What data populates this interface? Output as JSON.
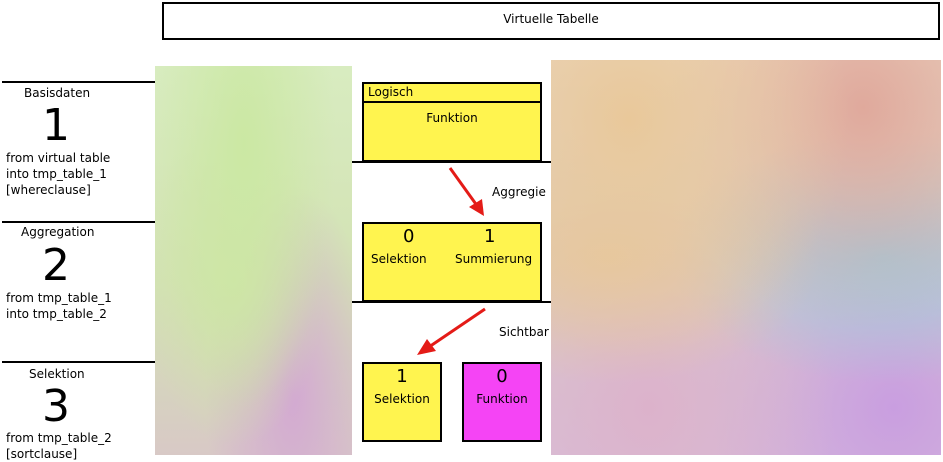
{
  "header": {
    "title": "Virtuelle Tabelle"
  },
  "stages": [
    {
      "name": "Basisdaten",
      "number": "1",
      "sql": "from virtual table\ninto tmp_table_1\n[whereclause]"
    },
    {
      "name": "Aggregation",
      "number": "2",
      "sql": "from tmp_table_1\ninto tmp_table_2"
    },
    {
      "name": "Selektion",
      "number": "3",
      "sql": "from tmp_table_2\n[sortclause]"
    }
  ],
  "boxes": {
    "logisch": {
      "header": "Logisch",
      "label": "Funktion"
    },
    "aggregation": {
      "left": {
        "number": "0",
        "label": "Selektion"
      },
      "right": {
        "number": "1",
        "label": "Summierung"
      }
    },
    "selektion": {
      "number": "1",
      "label": "Selektion"
    },
    "funktion": {
      "number": "0",
      "label": "Funktion"
    }
  },
  "transitions": {
    "first": "Aggregie",
    "second": "Sichtbar"
  },
  "colors": {
    "yellow": "#fff44f",
    "magenta": "#f544f5",
    "arrow": "#e41b17"
  }
}
